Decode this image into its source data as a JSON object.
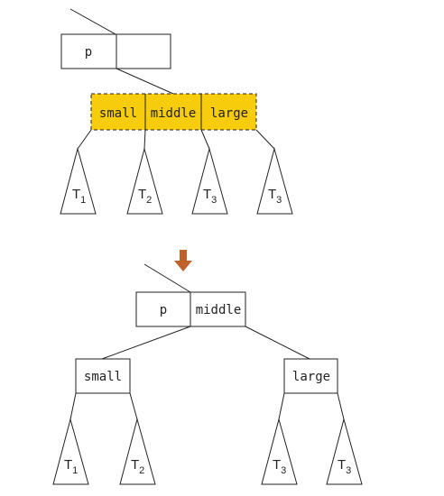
{
  "colors": {
    "highlight": "#f7cc0c",
    "arrow": "#c0612b",
    "ink": "#222222"
  },
  "before": {
    "parent": {
      "left_key": "p",
      "right_key": ""
    },
    "split_node": {
      "keys": [
        "small",
        "middle",
        "large"
      ]
    },
    "subtrees": [
      {
        "base": "T",
        "sub": "1"
      },
      {
        "base": "T",
        "sub": "2"
      },
      {
        "base": "T",
        "sub": "3"
      },
      {
        "base": "T",
        "sub": "3"
      }
    ]
  },
  "transition_icon": "down-arrow-icon",
  "after": {
    "parent": {
      "left_key": "p",
      "right_key": "middle"
    },
    "left_child": {
      "key": "small"
    },
    "right_child": {
      "key": "large"
    },
    "subtrees": [
      {
        "base": "T",
        "sub": "1"
      },
      {
        "base": "T",
        "sub": "2"
      },
      {
        "base": "T",
        "sub": "3"
      },
      {
        "base": "T",
        "sub": "3"
      }
    ]
  }
}
